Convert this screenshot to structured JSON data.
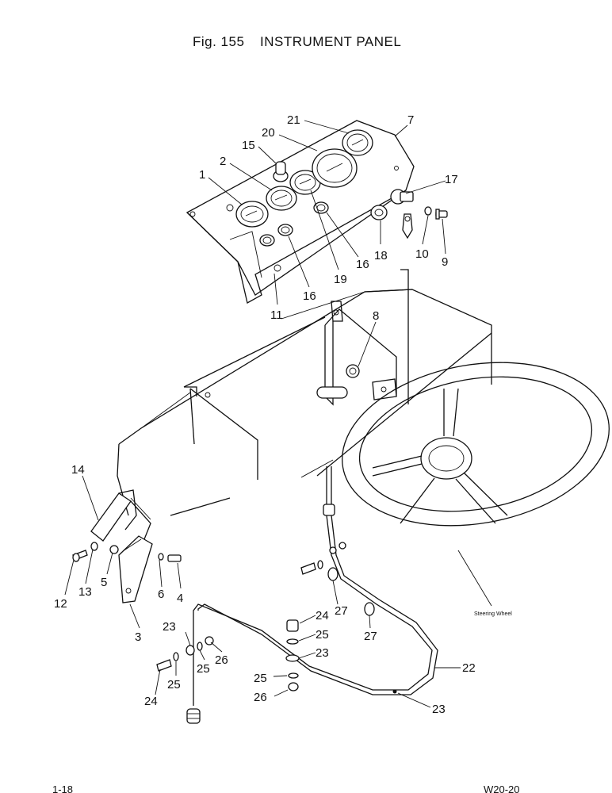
{
  "figure": {
    "number": "Fig. 155",
    "title": "INSTRUMENT PANEL"
  },
  "callouts": [
    {
      "id": "c1",
      "text": "1"
    },
    {
      "id": "c2",
      "text": "2"
    },
    {
      "id": "c15",
      "text": "15"
    },
    {
      "id": "c20",
      "text": "20"
    },
    {
      "id": "c21",
      "text": "21"
    },
    {
      "id": "c7",
      "text": "7"
    },
    {
      "id": "c17",
      "text": "17"
    },
    {
      "id": "c18",
      "text": "18"
    },
    {
      "id": "c10",
      "text": "10"
    },
    {
      "id": "c9",
      "text": "9"
    },
    {
      "id": "c16a",
      "text": "16"
    },
    {
      "id": "c19",
      "text": "19"
    },
    {
      "id": "c16b",
      "text": "16"
    },
    {
      "id": "c11",
      "text": "11"
    },
    {
      "id": "c8",
      "text": "8"
    },
    {
      "id": "c14",
      "text": "14"
    },
    {
      "id": "c12",
      "text": "12"
    },
    {
      "id": "c13",
      "text": "13"
    },
    {
      "id": "c5",
      "text": "5"
    },
    {
      "id": "c6",
      "text": "6"
    },
    {
      "id": "c4",
      "text": "4"
    },
    {
      "id": "c3",
      "text": "3"
    },
    {
      "id": "c27a",
      "text": "27"
    },
    {
      "id": "c27b",
      "text": "27"
    },
    {
      "id": "c23a",
      "text": "23"
    },
    {
      "id": "c26a",
      "text": "26"
    },
    {
      "id": "c25a",
      "text": "25"
    },
    {
      "id": "c25b",
      "text": "25"
    },
    {
      "id": "c24a",
      "text": "24"
    },
    {
      "id": "c24b",
      "text": "24"
    },
    {
      "id": "c25c",
      "text": "25"
    },
    {
      "id": "c23b",
      "text": "23"
    },
    {
      "id": "c25d",
      "text": "25"
    },
    {
      "id": "c26b",
      "text": "26"
    },
    {
      "id": "c22",
      "text": "22"
    },
    {
      "id": "c23c",
      "text": "23"
    }
  ],
  "steering_label": "Steering Wheel",
  "footer": {
    "left": "1-18",
    "right": "W20-20"
  }
}
